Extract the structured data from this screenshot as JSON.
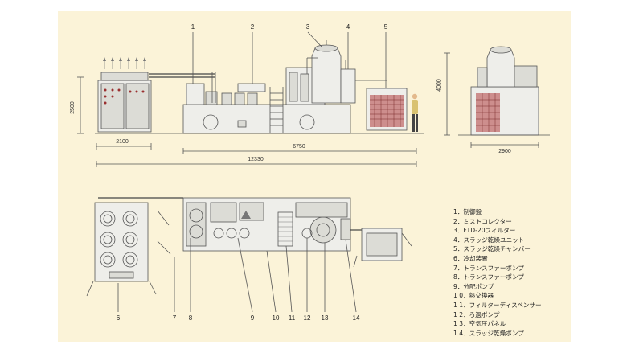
{
  "dimensions": {
    "height_left": "2500",
    "height_right": "4000",
    "width_control": "2100",
    "width_unit": "6750",
    "width_total": "12330",
    "width_side": "2900"
  },
  "callouts_top": [
    "1",
    "2",
    "3",
    "4",
    "5"
  ],
  "callouts_bottom": [
    "6",
    "7",
    "8",
    "9",
    "10",
    "11",
    "12",
    "13",
    "14"
  ],
  "legend": [
    "1．制御盤",
    "2．ミストコレクター",
    "3．FTD-20フィルター",
    "4．スラッジ乾燥ユニット",
    "5．スラッジ乾燥チャンバー",
    "6．冷却装置",
    "7．トランスファーポンプ",
    "8．トランスファーポンプ",
    "9．分配ポンプ",
    "1 0．熱交換器",
    "1 1．フィルターディスペンサー",
    "1 2．ろ過ポンプ",
    "1 3．空気圧パネル",
    "1 4．スラッジ乾燥ポンプ"
  ]
}
